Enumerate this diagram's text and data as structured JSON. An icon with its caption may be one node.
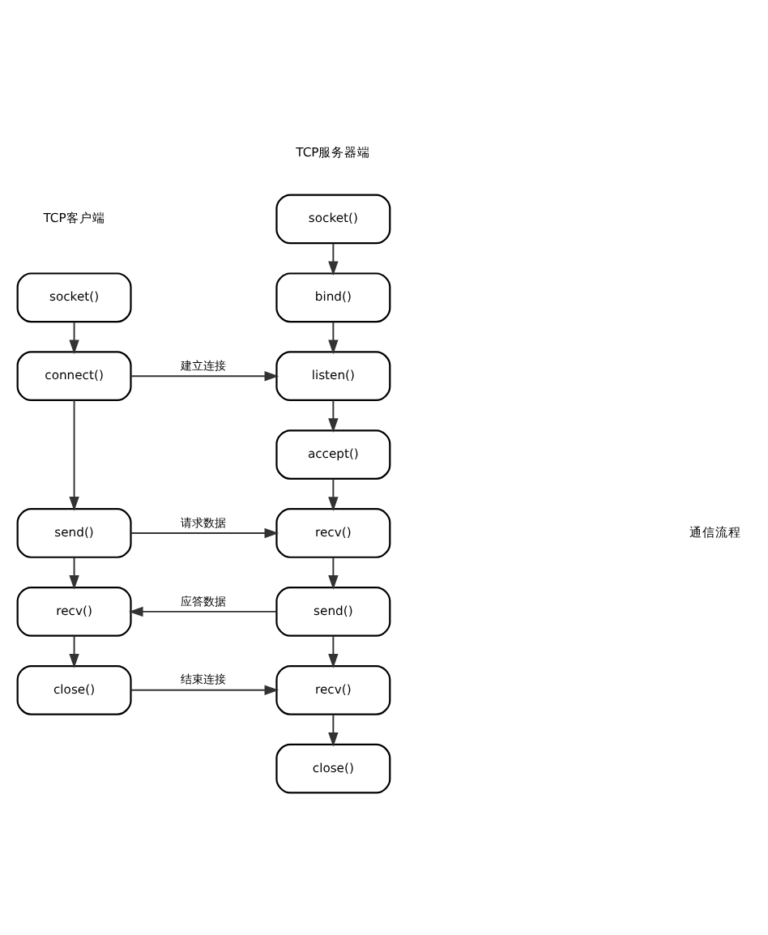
{
  "diagram": {
    "nodes": [
      {
        "text": [
          "socket()"
        ]
      },
      {
        "text": [
          "connect()"
        ]
      },
      {
        "text": [
          "send()"
        ]
      },
      {
        "text": [
          "recv()"
        ]
      },
      {
        "text": [
          "close()"
        ]
      },
      {
        "text": [
          "socket()"
        ]
      },
      {
        "text": [
          "bind()"
        ]
      },
      {
        "text": [
          "listen()"
        ]
      },
      {
        "text": [
          "accept()"
        ]
      },
      {
        "text": [
          "recv()"
        ]
      },
      {
        "text": [
          "send()"
        ]
      },
      {
        "text": [
          "recv()"
        ]
      },
      {
        "text": [
          "close()"
        ]
      }
    ],
    "edges": [
      {
        "from": 0,
        "to": 1,
        "arrow": "to"
      },
      {
        "from": 1,
        "to": 2,
        "arrow": "to"
      },
      {
        "from": 2,
        "to": 3,
        "arrow": "to"
      },
      {
        "from": 3,
        "to": 4,
        "arrow": "to"
      },
      {
        "from": 5,
        "to": 6,
        "arrow": "to"
      },
      {
        "from": 6,
        "to": 7,
        "arrow": "to"
      },
      {
        "from": 7,
        "to": 8,
        "arrow": "to"
      },
      {
        "from": 8,
        "to": 9,
        "arrow": "to"
      },
      {
        "from": 9,
        "to": 10,
        "arrow": "to"
      },
      {
        "from": 10,
        "to": 11,
        "arrow": "to"
      },
      {
        "from": 11,
        "to": 12,
        "arrow": "to"
      },
      {
        "from": 1,
        "to": 7,
        "arrow": "to",
        "label": "建立连接"
      },
      {
        "from": 2,
        "to": 9,
        "arrow": "to",
        "label": "请求数据"
      },
      {
        "from": 10,
        "to": 3,
        "arrow": "to",
        "label": "应答数据"
      },
      {
        "from": 4,
        "to": 11,
        "arrow": "to",
        "label": "结束连接"
      }
    ],
    "labels": [
      "TCP服务器端",
      "TCP客户端",
      "通信流程"
    ]
  }
}
